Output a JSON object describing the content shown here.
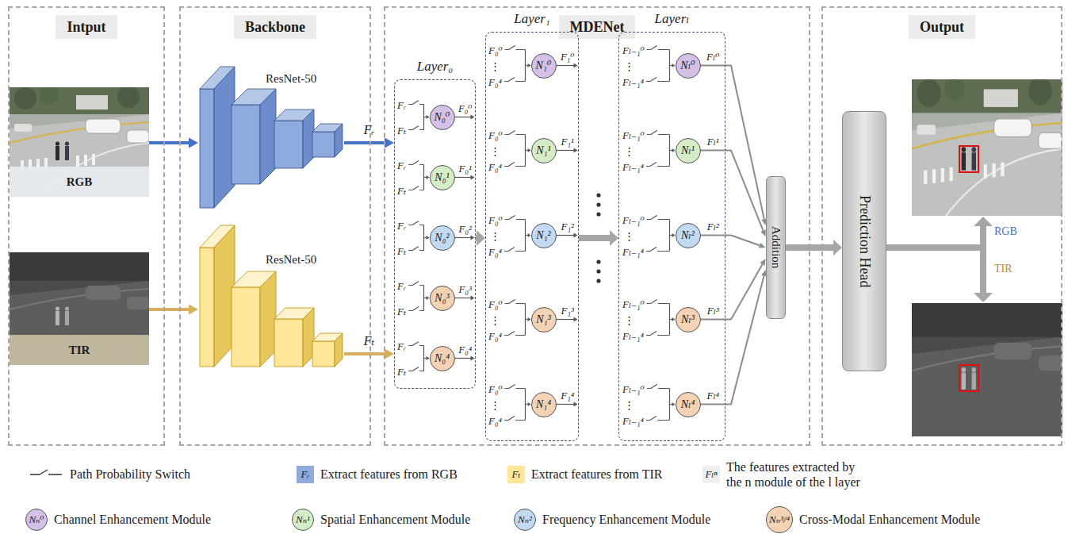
{
  "diagram": {
    "nodes": [
      {
        "text": [
          "Intput"
        ]
      },
      {
        "text": [
          "RGB"
        ],
        "in": 0
      },
      {
        "text": [
          "TIR"
        ],
        "in": 0
      },
      {
        "text": [
          "Backbone"
        ]
      },
      {
        "text": [
          "ResNet-50"
        ],
        "in": 3
      },
      {
        "text": [
          "ResNet-50"
        ],
        "in": 3
      },
      {
        "text": [
          "MDENet"
        ]
      },
      {
        "text": [
          "Layer₀"
        ],
        "in": 6
      },
      {
        "text": [
          "N₀⁰"
        ],
        "in": 7
      },
      {
        "text": [
          "N₀¹"
        ],
        "in": 7
      },
      {
        "text": [
          "N₀²"
        ],
        "in": 7
      },
      {
        "text": [
          "N₀³"
        ],
        "in": 7
      },
      {
        "text": [
          "N₀⁴"
        ],
        "in": 7
      },
      {
        "text": [
          "Layer₁"
        ],
        "in": 6
      },
      {
        "text": [
          "N₁⁰"
        ],
        "in": 13
      },
      {
        "text": [
          "N₁¹"
        ],
        "in": 13
      },
      {
        "text": [
          "N₁²"
        ],
        "in": 13
      },
      {
        "text": [
          "N₁³"
        ],
        "in": 13
      },
      {
        "text": [
          "N₁⁴"
        ],
        "in": 13
      },
      {
        "text": [
          "Layerₗ"
        ],
        "in": 6
      },
      {
        "text": [
          "Nₗ⁰"
        ],
        "in": 19
      },
      {
        "text": [
          "Nₗ¹"
        ],
        "in": 19
      },
      {
        "text": [
          "Nₗ²"
        ],
        "in": 19
      },
      {
        "text": [
          "Nₗ³"
        ],
        "in": 19
      },
      {
        "text": [
          "Nₗ⁴"
        ],
        "in": 19
      },
      {
        "text": [
          "Addition"
        ],
        "in": 6
      },
      {
        "text": [
          "Output"
        ]
      },
      {
        "text": [
          "Prediction Head"
        ],
        "in": 26
      }
    ],
    "edges": [
      {
        "from": 1,
        "to": 4,
        "arrow": "to"
      },
      {
        "from": 2,
        "to": 5,
        "arrow": "to"
      },
      {
        "from": 4,
        "to": 7,
        "arrow": "to",
        "label": "Fᵣ"
      },
      {
        "from": 5,
        "to": 7,
        "arrow": "to",
        "label": "Fₜ"
      },
      {
        "from": 7,
        "to": 13,
        "arrow": "to"
      },
      {
        "from": 13,
        "to": 19,
        "arrow": "to"
      },
      {
        "from": 20,
        "to": 25,
        "arrow": "to"
      },
      {
        "from": 21,
        "to": 25,
        "arrow": "to"
      },
      {
        "from": 22,
        "to": 25,
        "arrow": "to"
      },
      {
        "from": 23,
        "to": 25,
        "arrow": "to"
      },
      {
        "from": 24,
        "to": 25,
        "arrow": "to"
      },
      {
        "from": 25,
        "to": 27,
        "arrow": "to"
      }
    ],
    "labels": [
      "Fᵣ",
      "Fₜ",
      "F₀⁰",
      "Fᵣ",
      "Fₜ",
      "F₀¹",
      "Fᵣ",
      "Fₜ",
      "F₀²",
      "Fᵣ",
      "Fₜ",
      "F₀³",
      "Fᵣ",
      "Fₜ",
      "F₀⁴",
      "F₀⁰",
      "⋮",
      "F₀⁴",
      "F₁⁰",
      "F₀⁰",
      "⋮",
      "F₀⁴",
      "F₁¹",
      "F₀⁰",
      "⋮",
      "F₀⁴",
      "F₁²",
      "F₀⁰",
      "⋮",
      "F₀⁴",
      "F₁³",
      "F₀⁰",
      "⋮",
      "F₀⁴",
      "F₁⁴",
      "Fₗ₋₁⁰",
      "⋮",
      "Fₗ₋₁⁴",
      "Fₗ⁰",
      "Fₗ₋₁⁰",
      "⋮",
      "Fₗ₋₁⁴",
      "Fₗ¹",
      "Fₗ₋₁⁰",
      "⋮",
      "Fₗ₋₁⁴",
      "Fₗ²",
      "Fₗ₋₁⁰",
      "⋮",
      "Fₗ₋₁⁴",
      "Fₗ³",
      "Fₗ₋₁⁰",
      "⋮",
      "Fₗ₋₁⁴",
      "Fₗ⁴",
      "RGB",
      "TIR",
      "Fᵣ",
      "Fₜ",
      "Fₗⁿ",
      "Nₙ⁰",
      "Nₙ¹",
      "Nₙ²",
      "Nₙ³/⁴"
    ],
    "legend": [
      {
        "text": "Path Probability Switch"
      },
      {
        "text": "Extract features from RGB",
        "color": "#8faadc"
      },
      {
        "text": "Extract features from TIR",
        "color": "#ffe699"
      },
      {
        "text": "The features extracted by the n module of the l layer",
        "color": "#eeeeee"
      },
      {
        "text": "Channel Enhancement Module",
        "color": "#d5c1e8"
      },
      {
        "text": "Spatial Enhancement Module",
        "color": "#d4edc7"
      },
      {
        "text": "Frequency Enhancement Module",
        "color": "#c2dbf2"
      },
      {
        "text": "Cross-Modal Enhancement Module",
        "color": "#f3d3b3"
      }
    ]
  }
}
